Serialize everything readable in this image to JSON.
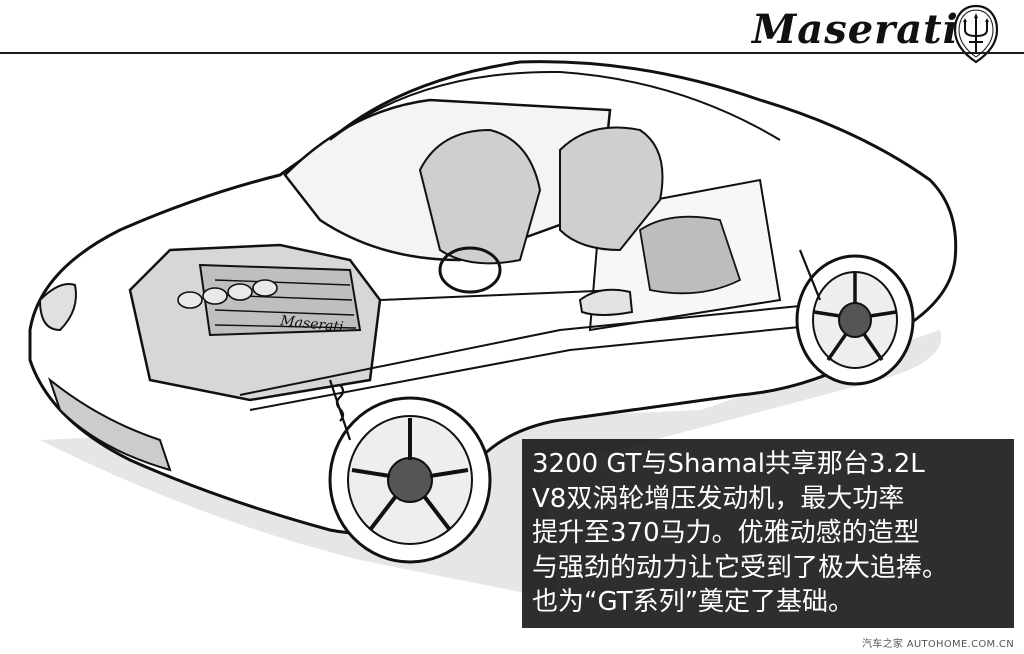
{
  "header": {
    "brand_wordmark": "Maserati",
    "logo_icon": "trident-icon"
  },
  "illustration": {
    "icon": "car-cutaway-illustration",
    "engine_cover_text": "Maserati"
  },
  "caption": {
    "lines": [
      "3200 GT与Shamal共享那台3.2L",
      "V8双涡轮增压发动机，最大功率",
      "提升至370马力。优雅动感的造型",
      "与强劲的动力让它受到了极大追捧。",
      "也为“GT系列”奠定了基础。"
    ]
  },
  "watermark": {
    "text": "汽车之家 AUTOHOME.COM.CN"
  },
  "colors": {
    "ink": "#111111",
    "caption_bg": "#111111",
    "caption_text": "#ffffff",
    "paper": "#ffffff"
  }
}
